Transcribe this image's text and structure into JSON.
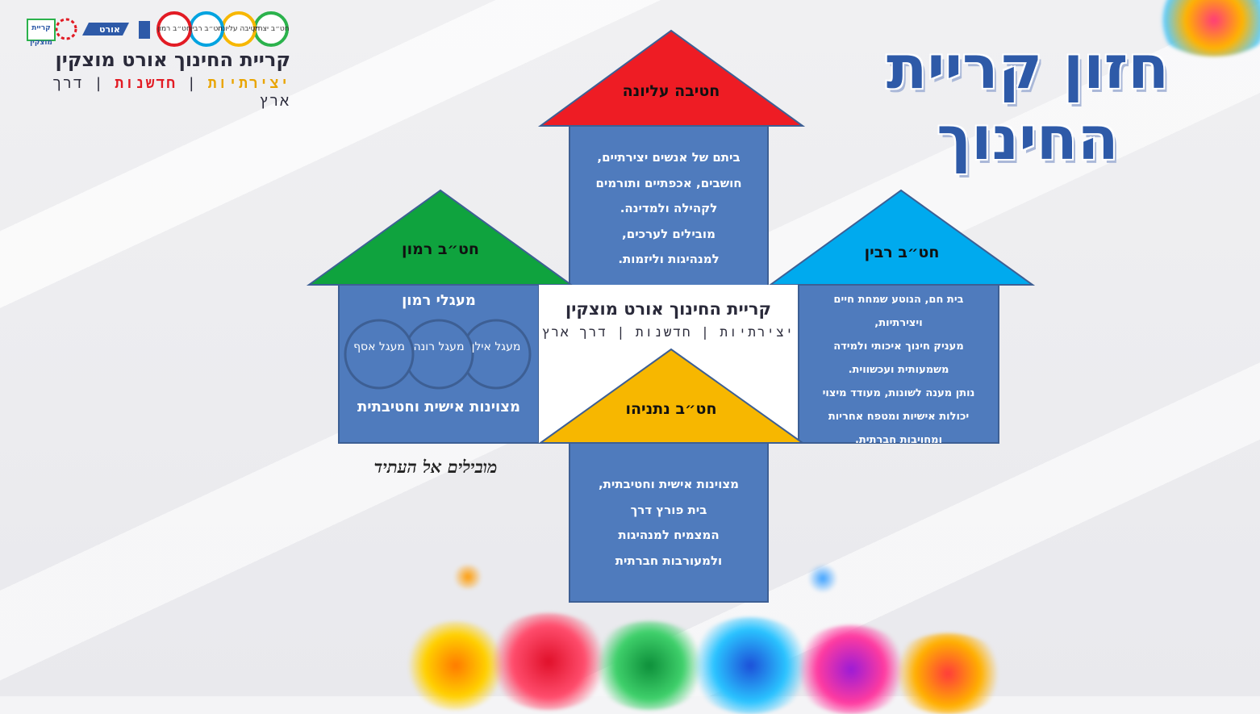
{
  "brand": {
    "title": "קריית החינוך אורט מוצקין",
    "sub_parts": [
      "יצירתיות",
      " | ",
      "חדשנות",
      " | ",
      "דרך ארץ"
    ],
    "logo_badges": [
      "חט״ב יצחק",
      "חטיבה עליונה",
      "חט״ב רבין",
      "חט״ב רמון"
    ],
    "logo_small": [
      "אורט",
      "קריית מוצקין"
    ]
  },
  "page_title": "חזון קריית החינוך",
  "slogan": "מובילים אל העתיד",
  "center": {
    "title": "קריית החינוך אורט מוצקין",
    "sub": "יצירתיות | חדשנות | דרך ארץ"
  },
  "houses": {
    "top": {
      "label": "חטיבה עליונה",
      "color": "#ee1c24",
      "lines": [
        "ביתם של אנשים יצירתיים,",
        "חושבים, אכפתיים ותורמים",
        "לקהילה ולמדינה.",
        "מובילים לערכים,",
        "למנהיגות וליזמות."
      ]
    },
    "left": {
      "label": "חט״ב רמון",
      "color": "#0fa33e",
      "heading": "מעגלי רמון",
      "circles": [
        "מעגל אילן",
        "מעגל רונה",
        "מעגל אסף"
      ],
      "footer": "מצוינות אישית וחטיבתית"
    },
    "right": {
      "label": "חט״ב רבין",
      "color": "#00aaee",
      "lines": [
        "בית חם, הנוטע שמחת חיים",
        "ויצירתיות,",
        "מעניק חינוך איכותי ולמידה",
        "משמעותית ועכשווית.",
        "נותן מענה לשונות, מעודד מיצוי",
        "יכולות אישיות ומטפח אחריות",
        "ומחויבות חברתית."
      ]
    },
    "bottom": {
      "label": "חט״ב נתניהו",
      "color": "#f7b700",
      "lines": [
        "מצוינות אישית וחטיבתית,",
        "בית פורץ דרך",
        "המצמיח למנהיגות",
        "ולמעורבות חברתית"
      ]
    }
  },
  "colors": {
    "panel": "#4f7bbd",
    "panel_border": "#3d5f94",
    "title": "#2e5aa8"
  }
}
